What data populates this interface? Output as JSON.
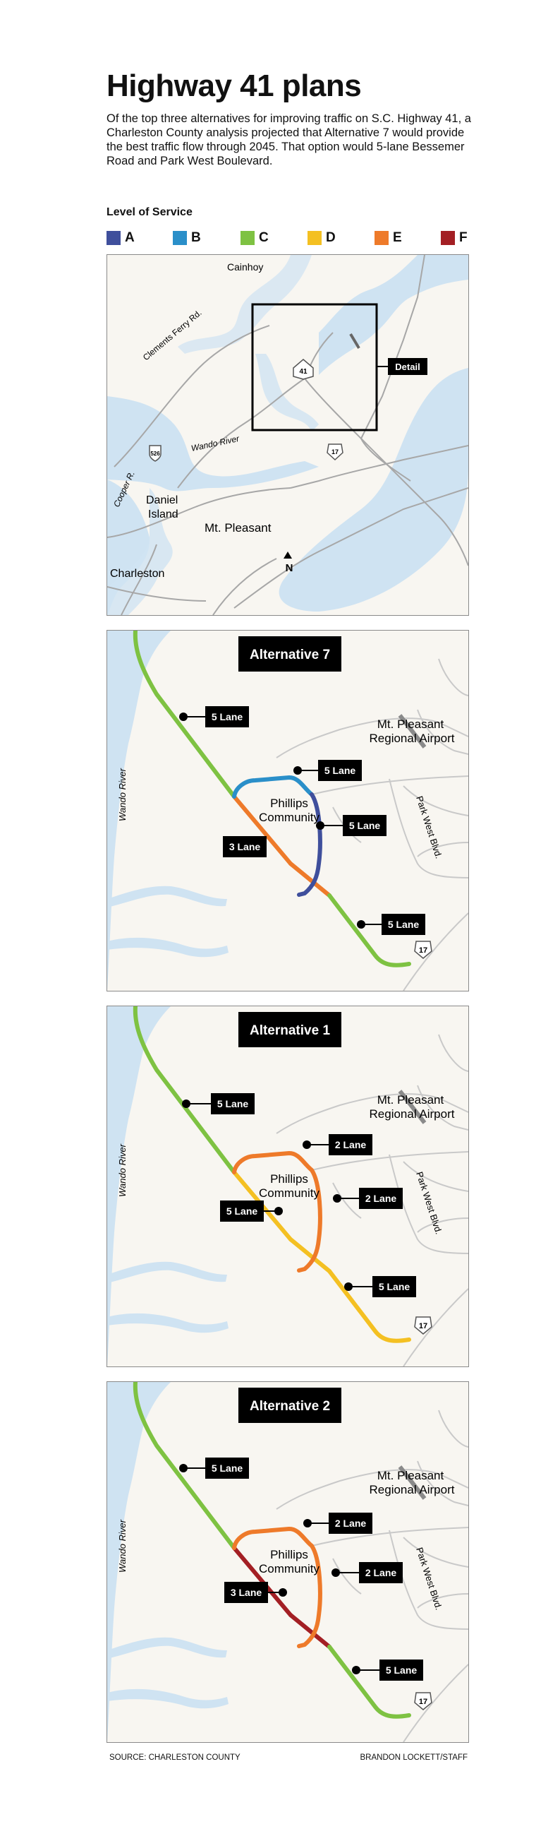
{
  "title": "Highway 41 plans",
  "intro": "Of the top three alternatives for improving traffic on S.C. Highway 41, a Charleston County analysis projected that Alternative 7 would provide the best traffic flow through 2045. That option would 5-lane Bessemer Road and Park West Boulevard.",
  "legend": {
    "title": "Level of Service",
    "items": [
      {
        "label": "A",
        "color": "#3f4f9c"
      },
      {
        "label": "B",
        "color": "#2a8fc9"
      },
      {
        "label": "C",
        "color": "#7ec242"
      },
      {
        "label": "D",
        "color": "#f4c022"
      },
      {
        "label": "E",
        "color": "#ee7a2a"
      },
      {
        "label": "F",
        "color": "#a31f24"
      }
    ]
  },
  "locator": {
    "labels": {
      "cainhoy": "Cainhoy",
      "clements": "Clements Ferry Rd.",
      "wando": "Wando River",
      "cooper": "Cooper R.",
      "daniel": "Daniel",
      "island": "Island",
      "mtp": "Mt. Pleasant",
      "charleston": "Charleston",
      "detail": "Detail",
      "north": "N"
    },
    "shields": {
      "hwy41": "41",
      "i526": "526",
      "us17": "17"
    }
  },
  "shared": {
    "wando": "Wando River",
    "airport1": "Mt. Pleasant",
    "airport2": "Regional Airport",
    "phillips1": "Phillips",
    "phillips2": "Community",
    "parkwest": "Park West Blvd.",
    "us17": "17"
  },
  "alternatives": [
    {
      "title": "Alternative 7",
      "segments": {
        "hwy_north": "C",
        "hwy_middle": "E",
        "hwy_lower": "E",
        "hwy_south": "C",
        "bessemer": "B",
        "park_west": "A"
      },
      "callouts": [
        "5 Lane",
        "5 Lane",
        "5 Lane",
        "3 Lane",
        "5 Lane"
      ]
    },
    {
      "title": "Alternative 1",
      "segments": {
        "hwy_north": "C",
        "hwy_middle": "D",
        "hwy_lower": "D",
        "hwy_south": "D",
        "bessemer": "E",
        "park_west": "E"
      },
      "callouts": [
        "5 Lane",
        "2 Lane",
        "2 Lane",
        "5 Lane",
        "5 Lane"
      ]
    },
    {
      "title": "Alternative 2",
      "segments": {
        "hwy_north": "C",
        "hwy_middle": "F",
        "hwy_lower": "F",
        "hwy_south": "C",
        "bessemer": "E",
        "park_west": "E"
      },
      "callouts": [
        "5 Lane",
        "2 Lane",
        "2 Lane",
        "3 Lane",
        "5 Lane"
      ]
    }
  ],
  "footer": {
    "source": "SOURCE: CHARLESTON COUNTY",
    "credit": "BRANDON LOCKETT/STAFF"
  }
}
